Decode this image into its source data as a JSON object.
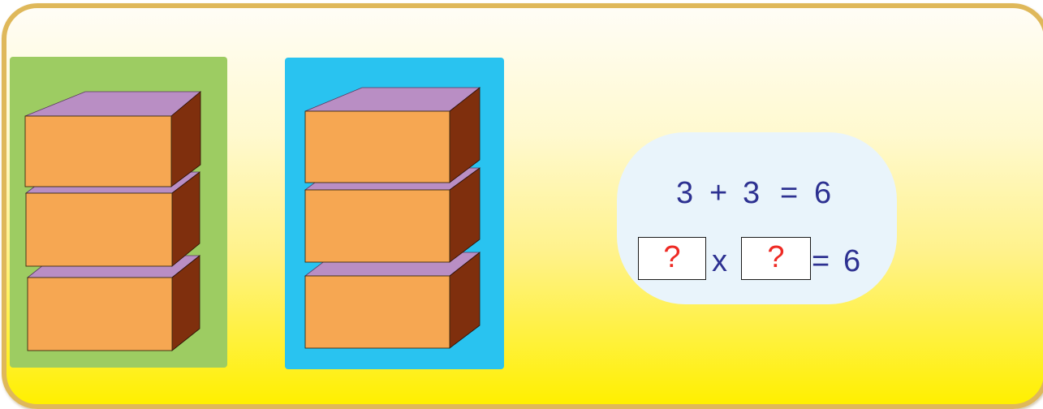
{
  "colors": {
    "board_border": "#dfb85a",
    "panel_left": "#9dcc62",
    "panel_right": "#29c3f0",
    "block_front": "#f6a752",
    "block_top": "#b98ec4",
    "block_side": "#7f2f0d",
    "equation_text": "#2d3191",
    "question_mark": "#ee2a24"
  },
  "groups": [
    {
      "name": "left",
      "block_count": 3
    },
    {
      "name": "right",
      "block_count": 3
    }
  ],
  "equation_add": {
    "a": "3",
    "op": "+",
    "b": "3",
    "eq": "=",
    "result": "6"
  },
  "equation_mul": {
    "blank1": "?",
    "op": "x",
    "blank2": "?",
    "eq": "=",
    "result": "6"
  }
}
